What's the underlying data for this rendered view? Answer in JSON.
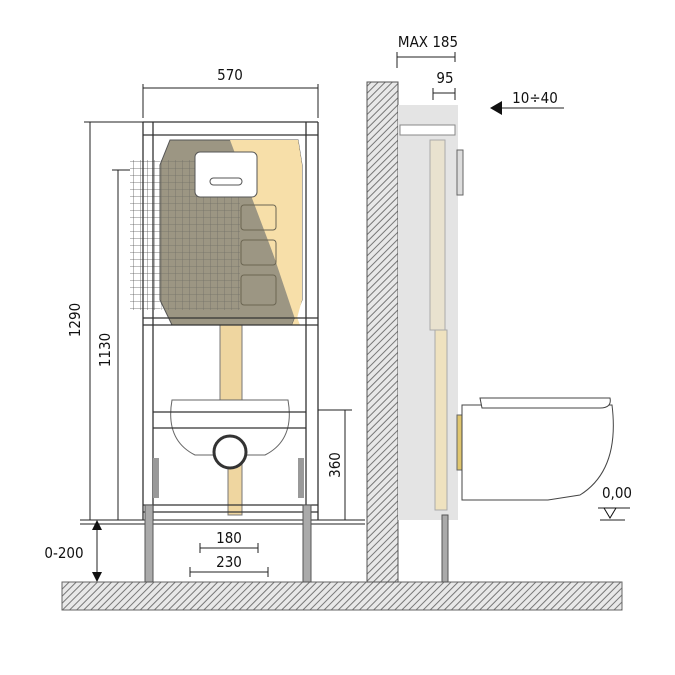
{
  "dimensions": {
    "width": "570",
    "height_total": "1290",
    "height_frame": "1130",
    "height_outlet": "360",
    "bolt_spacing": "180",
    "leg_spacing": "230",
    "leg_adjust": "0-200",
    "depth_max": "MAX 185",
    "depth": "95",
    "flush_plate": "10÷40",
    "floor_level": "0,00"
  },
  "colors": {
    "cistern_dark": "#9c9683",
    "cistern_light": "#f7dfa9",
    "pipe": "#efd6a0",
    "wall_hatch": "#8a8a8a",
    "side_panel": "#e4e4e4"
  }
}
